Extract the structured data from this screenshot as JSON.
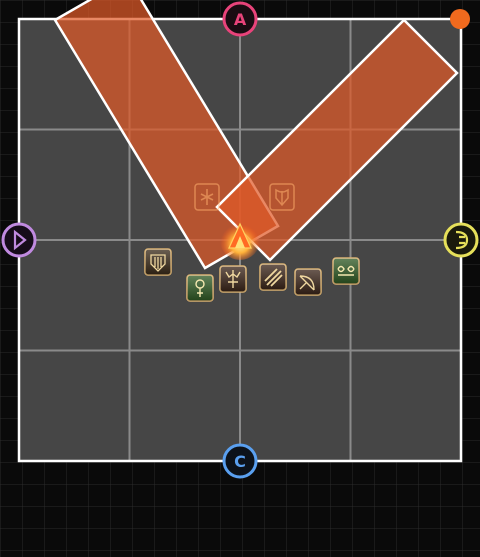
{
  "arena": {
    "background_color": "#0a0a0a",
    "grid_color": "#2b2b2b",
    "floor_color": "#464646",
    "border_color": "#ffffff",
    "inner_grid_color": "#8a8a8a",
    "inner_grid_divisions": 4
  },
  "waymarks": [
    {
      "id": "A",
      "label": "A",
      "icon": "waymark-a-icon",
      "color": "#e8437a",
      "side": "top"
    },
    {
      "id": "B",
      "label": "",
      "icon": "waymark-b-icon",
      "color": "#e6e05a",
      "side": "right"
    },
    {
      "id": "C",
      "label": "C",
      "icon": "waymark-c-icon",
      "color": "#5aa0f0",
      "side": "bottom"
    },
    {
      "id": "D",
      "label": "",
      "icon": "waymark-d-icon",
      "color": "#c08ae0",
      "side": "left"
    }
  ],
  "corner_marker": {
    "icon": "enemy-dot-icon",
    "color": "#f06a1e"
  },
  "aoe_color": "#e05a28",
  "aoe_zones": [
    {
      "name": "aoe-line-left"
    },
    {
      "name": "aoe-line-right"
    }
  ],
  "boss": {
    "icon": "boss-flame-icon",
    "color": "#ff8a2a"
  },
  "party": [
    {
      "role": "tank",
      "job": "paladin",
      "icon": "paladin-icon",
      "color": "#3a6bd4"
    },
    {
      "role": "healer",
      "job": "white-mage",
      "icon": "white-mage-icon",
      "color": "#3e8a3a"
    },
    {
      "role": "dps",
      "job": "dragoon",
      "icon": "dragoon-icon",
      "color": "#8a2a2a"
    },
    {
      "role": "dps",
      "job": "ninja",
      "icon": "ninja-icon",
      "color": "#8a2a2a"
    },
    {
      "role": "dps",
      "job": "bard",
      "icon": "bard-icon",
      "color": "#8a2a2a"
    },
    {
      "role": "healer",
      "job": "scholar",
      "icon": "scholar-icon",
      "color": "#3e8a3a"
    },
    {
      "role": "tank",
      "job": "warrior",
      "icon": "warrior-icon",
      "color": "#3a6bd4"
    },
    {
      "role": "dps",
      "job": "monk",
      "icon": "monk-icon",
      "color": "#8a2a2a"
    }
  ]
}
